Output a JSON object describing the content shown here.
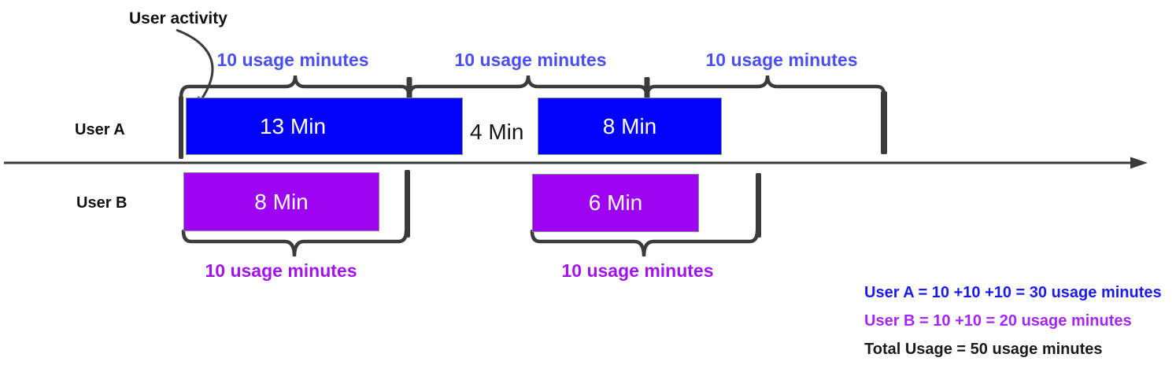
{
  "annotation": {
    "label": "User activity"
  },
  "colors": {
    "user_a_bar": "#0202fa",
    "user_b_bar": "#9c04f2",
    "stroke": "#3b3b3b",
    "block_label_a": "#4a4ff2",
    "block_label_b": "#a014f0",
    "summary_a": "#1a19ee",
    "summary_b": "#a526f0",
    "summary_total": "#1a1a1a"
  },
  "user_a": {
    "name": "User A",
    "block_labels": [
      "10 usage minutes",
      "10 usage minutes",
      "10 usage minutes"
    ],
    "active_1": "13 Min",
    "idle": "4 Min",
    "active_2": "8 Min"
  },
  "user_b": {
    "name": "User B",
    "block_labels": [
      "10 usage minutes",
      "10 usage minutes"
    ],
    "active_1": "8 Min",
    "active_2": "6 Min"
  },
  "summary": {
    "user_a": "User A = 10 +10 +10 = 30 usage minutes",
    "user_b": "User B = 10 +10 = 20 usage minutes",
    "total": "Total Usage = 50 usage minutes"
  }
}
